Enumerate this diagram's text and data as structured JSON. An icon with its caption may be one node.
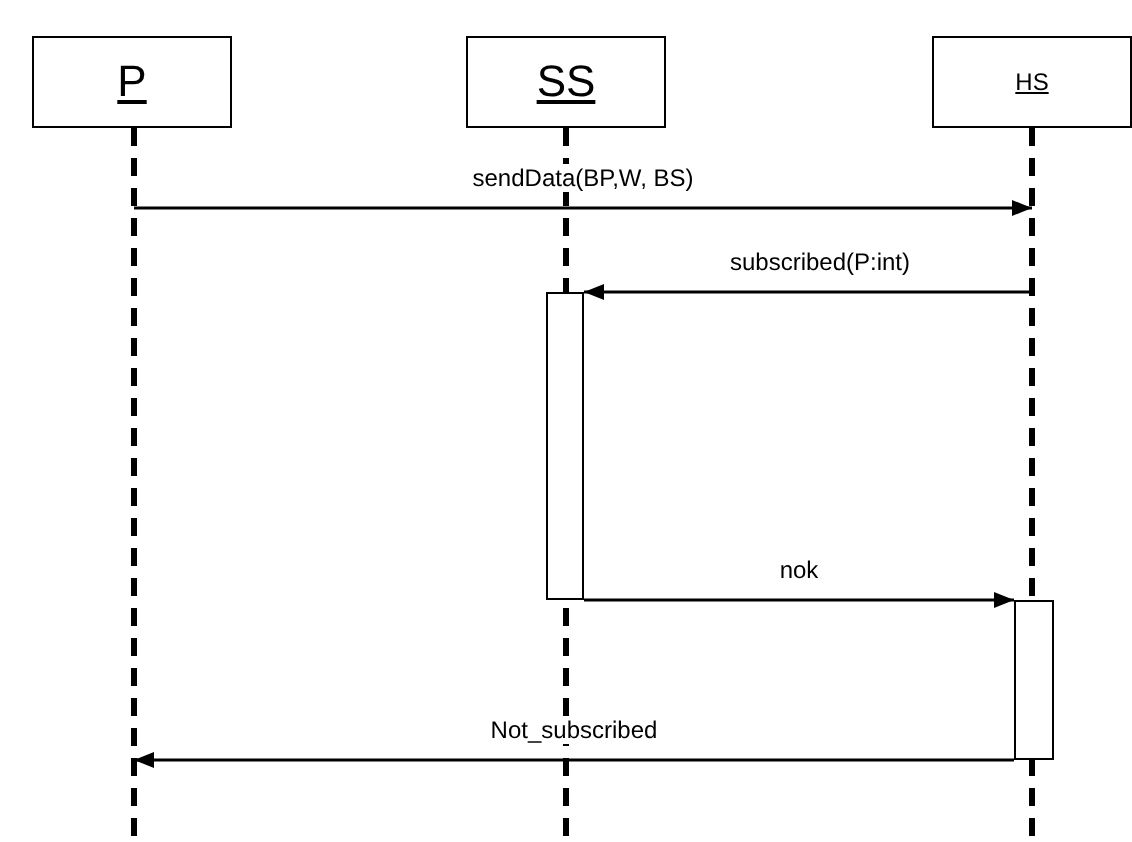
{
  "diagram": {
    "nodes": [
      {
        "text": [
          "P"
        ]
      },
      {
        "text": [
          "SS"
        ]
      },
      {
        "text": [
          "HS"
        ]
      },
      {
        "text": [],
        "shape": "bar",
        "in": 1
      },
      {
        "text": [],
        "shape": "bar",
        "in": 2
      }
    ],
    "edges": [
      {
        "from": 0,
        "to": 2,
        "arrow": "to",
        "label": "sendData(BP,W, BS)"
      },
      {
        "from": 2,
        "to": 3,
        "arrow": "to",
        "label": "subscribed(P:int)"
      },
      {
        "from": 3,
        "to": 4,
        "arrow": "to",
        "label": "nok"
      },
      {
        "from": 4,
        "to": 0,
        "arrow": "to",
        "label": "Not_subscribed"
      }
    ]
  }
}
